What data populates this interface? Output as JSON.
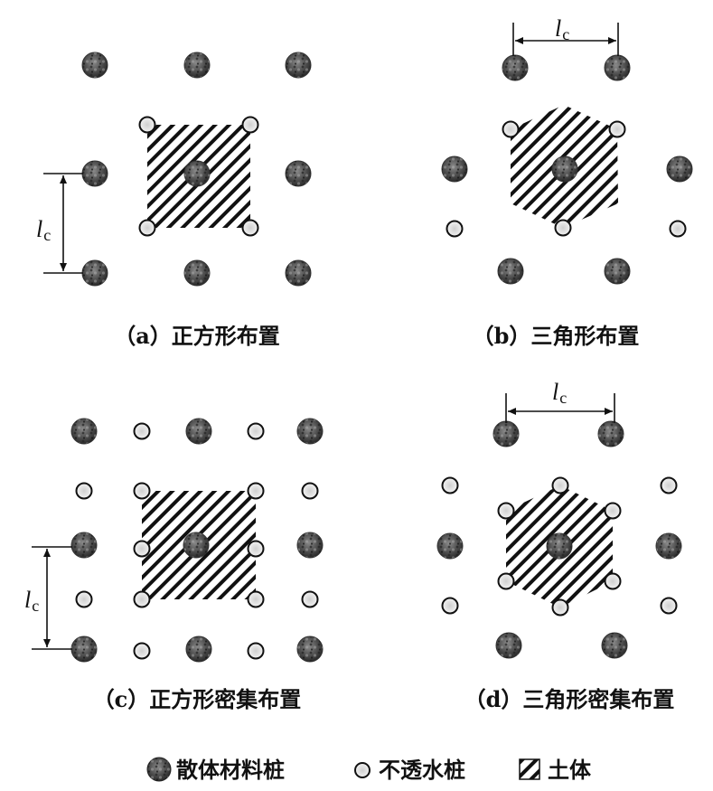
{
  "panels": [
    {
      "id": "a",
      "caption": "（a）正方形布置"
    },
    {
      "id": "b",
      "caption": "（b）三角形布置"
    },
    {
      "id": "c",
      "caption": "（c）正方形密集布置"
    },
    {
      "id": "d",
      "caption": "（d）三角形密集布置"
    }
  ],
  "dimension": {
    "symbol": "l",
    "subscript": "c"
  },
  "legend": {
    "gravel_pile": "散体材料桩",
    "impermeable_pile": "不透水桩",
    "soil": "土体"
  },
  "colors": {
    "gravel": "#555555",
    "impermeable": "#eeeeee",
    "line": "#111111"
  }
}
